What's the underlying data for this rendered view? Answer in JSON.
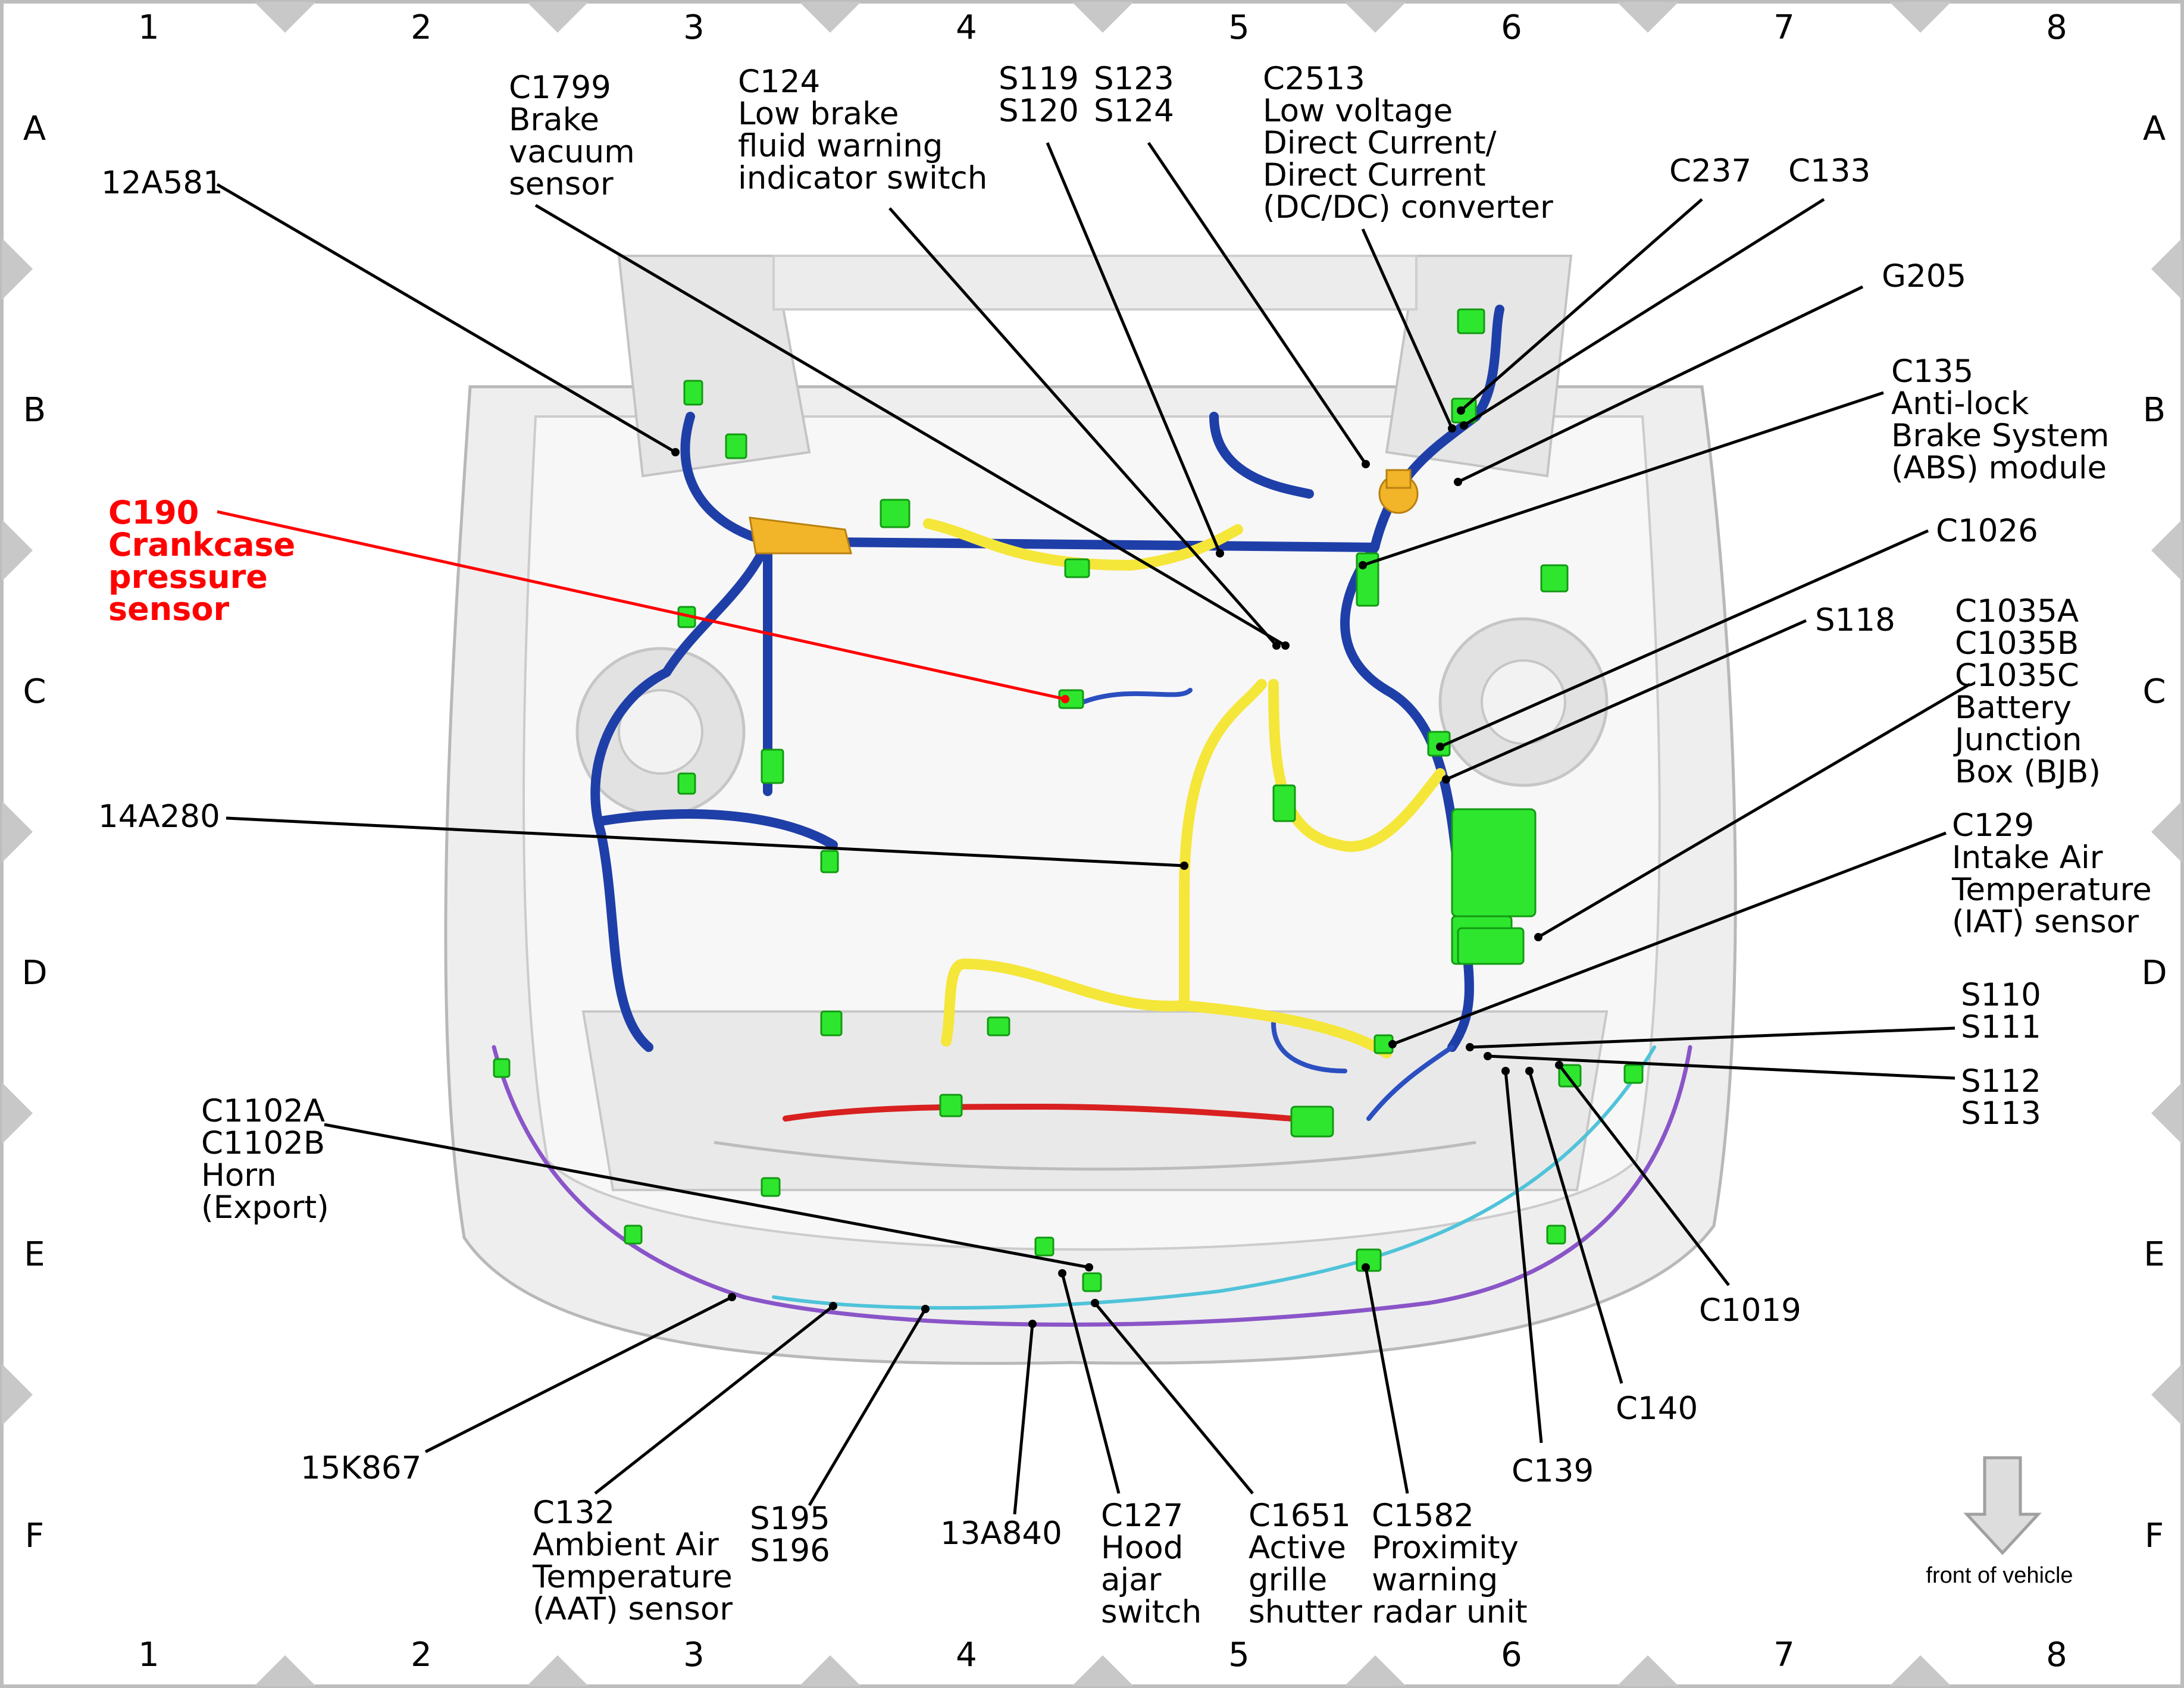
{
  "grid": {
    "columns": [
      "1",
      "2",
      "3",
      "4",
      "5",
      "6",
      "7",
      "8"
    ],
    "rows": [
      "A",
      "B",
      "C",
      "D",
      "E",
      "F"
    ]
  },
  "colors": {
    "harness_blue": "#1f3fa8",
    "harness_yellow": "#f5e63a",
    "harness_red": "#d82020",
    "harness_purple": "#8a55c8",
    "harness_cyan": "#4fc3d9",
    "connector_green": "#2ee62e",
    "highlight_label": "#ff0000",
    "border_marker": "#c8c8c8"
  },
  "callouts": [
    {
      "id": "c1799",
      "lines": [
        "C1799",
        "Brake",
        "vacuum",
        "sensor"
      ]
    },
    {
      "id": "c124",
      "lines": [
        "C124",
        "Low brake",
        "fluid warning",
        "indicator switch"
      ]
    },
    {
      "id": "s119",
      "lines": [
        "S119",
        "S120"
      ]
    },
    {
      "id": "s123",
      "lines": [
        "S123",
        "S124"
      ]
    },
    {
      "id": "c2513",
      "lines": [
        "C2513",
        "Low voltage",
        "Direct Current/",
        "Direct Current",
        "(DC/DC) converter"
      ]
    },
    {
      "id": "c237",
      "lines": [
        "C237"
      ]
    },
    {
      "id": "c133",
      "lines": [
        "C133"
      ]
    },
    {
      "id": "12a581",
      "lines": [
        "12A581"
      ]
    },
    {
      "id": "g205",
      "lines": [
        "G205"
      ]
    },
    {
      "id": "c135",
      "lines": [
        "C135",
        "Anti-lock",
        "Brake System",
        "(ABS) module"
      ]
    },
    {
      "id": "c190",
      "lines": [
        "C190",
        "Crankcase",
        "pressure",
        "sensor"
      ],
      "highlight": true
    },
    {
      "id": "c1026",
      "lines": [
        "C1026"
      ]
    },
    {
      "id": "s118",
      "lines": [
        "S118"
      ]
    },
    {
      "id": "c1035",
      "lines": [
        "C1035A",
        "C1035B",
        "C1035C",
        "Battery",
        "Junction",
        "Box (BJB)"
      ]
    },
    {
      "id": "14a280",
      "lines": [
        "14A280"
      ]
    },
    {
      "id": "c129",
      "lines": [
        "C129",
        "Intake Air",
        "Temperature",
        "(IAT) sensor"
      ]
    },
    {
      "id": "s110",
      "lines": [
        "S110",
        "S111"
      ]
    },
    {
      "id": "s112",
      "lines": [
        "S112",
        "S113"
      ]
    },
    {
      "id": "c1102",
      "lines": [
        "C1102A",
        "C1102B",
        "Horn",
        "(Export)"
      ]
    },
    {
      "id": "c1019",
      "lines": [
        "C1019"
      ]
    },
    {
      "id": "c140",
      "lines": [
        "C140"
      ]
    },
    {
      "id": "c139",
      "lines": [
        "C139"
      ]
    },
    {
      "id": "15k867",
      "lines": [
        "15K867"
      ]
    },
    {
      "id": "c132",
      "lines": [
        "C132",
        "Ambient Air",
        "Temperature",
        "(AAT) sensor"
      ]
    },
    {
      "id": "s195",
      "lines": [
        "S195",
        "S196"
      ]
    },
    {
      "id": "13a840",
      "lines": [
        "13A840"
      ]
    },
    {
      "id": "c127",
      "lines": [
        "C127",
        "Hood",
        "ajar",
        "switch"
      ]
    },
    {
      "id": "c1651",
      "lines": [
        "C1651",
        "Active",
        "grille",
        "shutter"
      ]
    },
    {
      "id": "c1582",
      "lines": [
        "C1582",
        "Proximity",
        "warning",
        "radar unit"
      ]
    }
  ],
  "legend": {
    "icon": "down-arrow-icon",
    "text": "front of vehicle"
  }
}
